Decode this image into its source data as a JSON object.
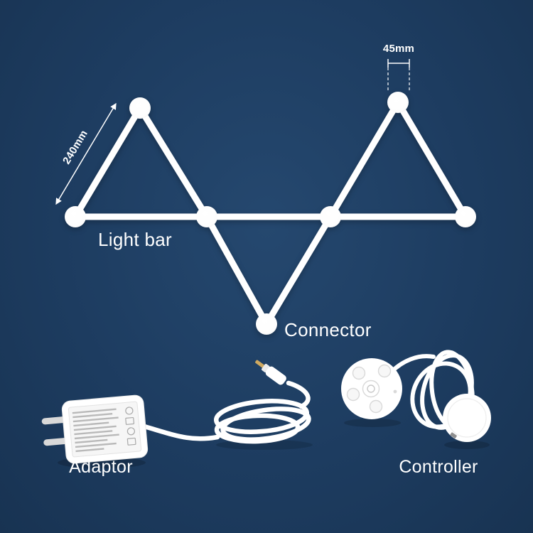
{
  "scene": {
    "background_color": "#1d3c60",
    "item_color": "#ffffff",
    "text_color": "#ffffff",
    "plug_tip_color": "#cfa960"
  },
  "dimensions": {
    "light_bar_length": "240mm",
    "connector_width": "45mm"
  },
  "labels": {
    "light_bar": "Light bar",
    "connector": "Connector",
    "adaptor": "Adaptor",
    "controller": "Controller"
  }
}
